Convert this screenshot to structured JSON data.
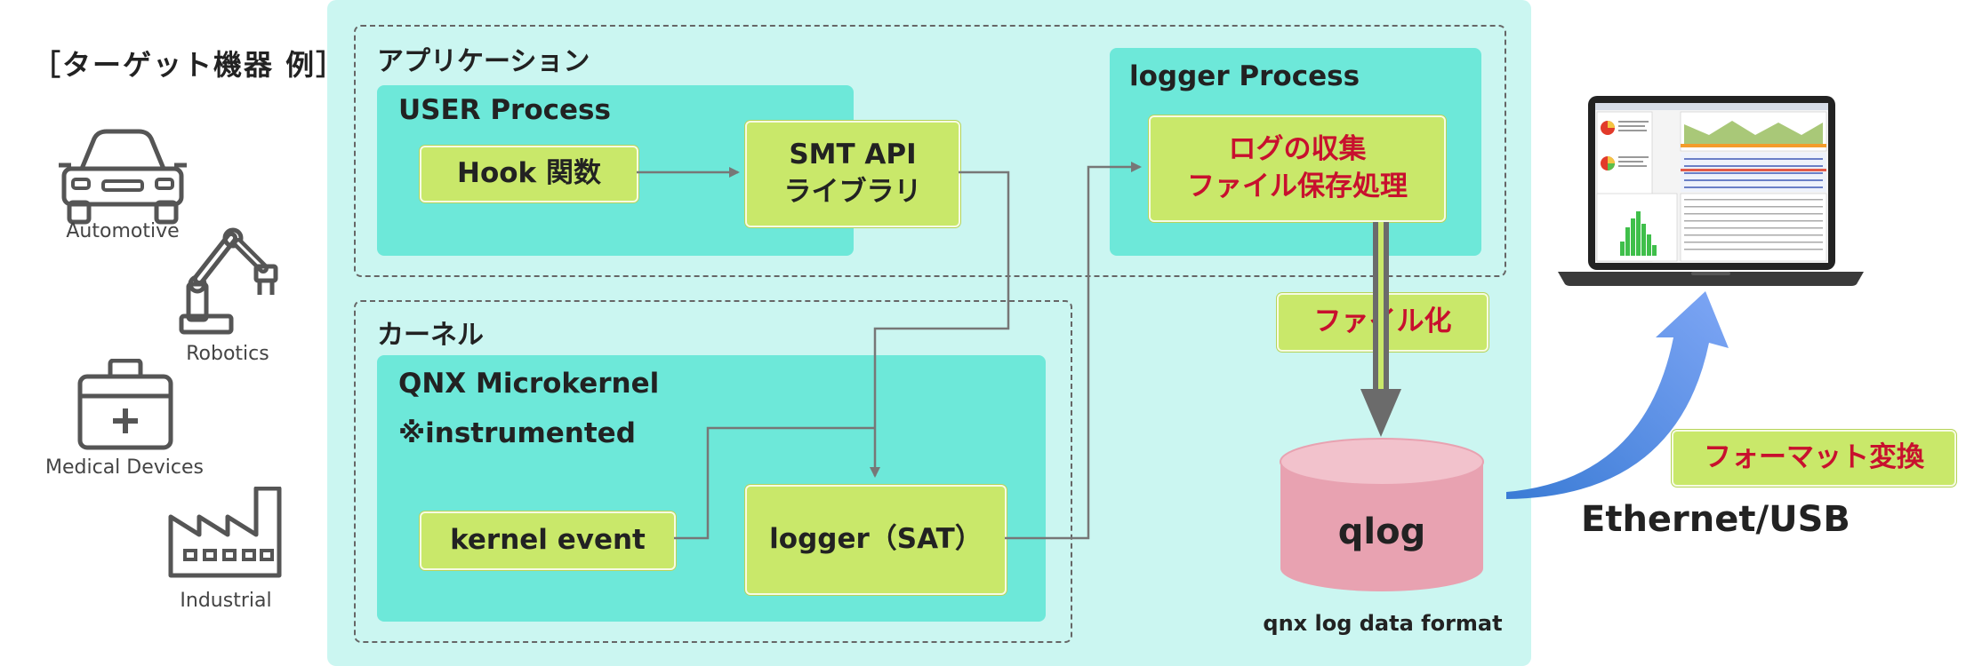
{
  "left": {
    "title": "［ターゲット機器 例］",
    "devices": [
      {
        "label": "Automotive",
        "icon": "car-icon"
      },
      {
        "label": "Robotics",
        "icon": "robot-arm-icon"
      },
      {
        "label": "Medical Devices",
        "icon": "medical-kit-icon"
      },
      {
        "label": "Industrial",
        "icon": "factory-icon"
      }
    ]
  },
  "app_section": {
    "label": "アプリケーション",
    "user_process": {
      "label": "USER Process",
      "hook": "Hook 関数",
      "smt_api_line1": "SMT API",
      "smt_api_line2": "ライブラリ"
    },
    "logger_process": {
      "label": "logger Process",
      "collect_line1": "ログの収集",
      "collect_line2": "ファイル保存処理"
    }
  },
  "kernel_section": {
    "label": "カーネル",
    "microkernel": {
      "label": "QNX Microkernel",
      "note": "※instrumented",
      "kernel_event": "kernel event",
      "logger_sat": "logger（SAT）"
    }
  },
  "storage": {
    "to_file": "ファイル化",
    "qlog": "qlog",
    "format_caption": "qnx log data format"
  },
  "transfer": {
    "format_convert": "フォーマット変換",
    "link": "Ethernet/USB"
  },
  "colors": {
    "panel_bg": "#cbf6f1",
    "process_bg": "#6de8d9",
    "box_green": "#c9e86a",
    "highlight_text": "#c8102e",
    "qlog_cylinder": "#e8a2b1",
    "transfer_arrow": "#5b8be8"
  }
}
